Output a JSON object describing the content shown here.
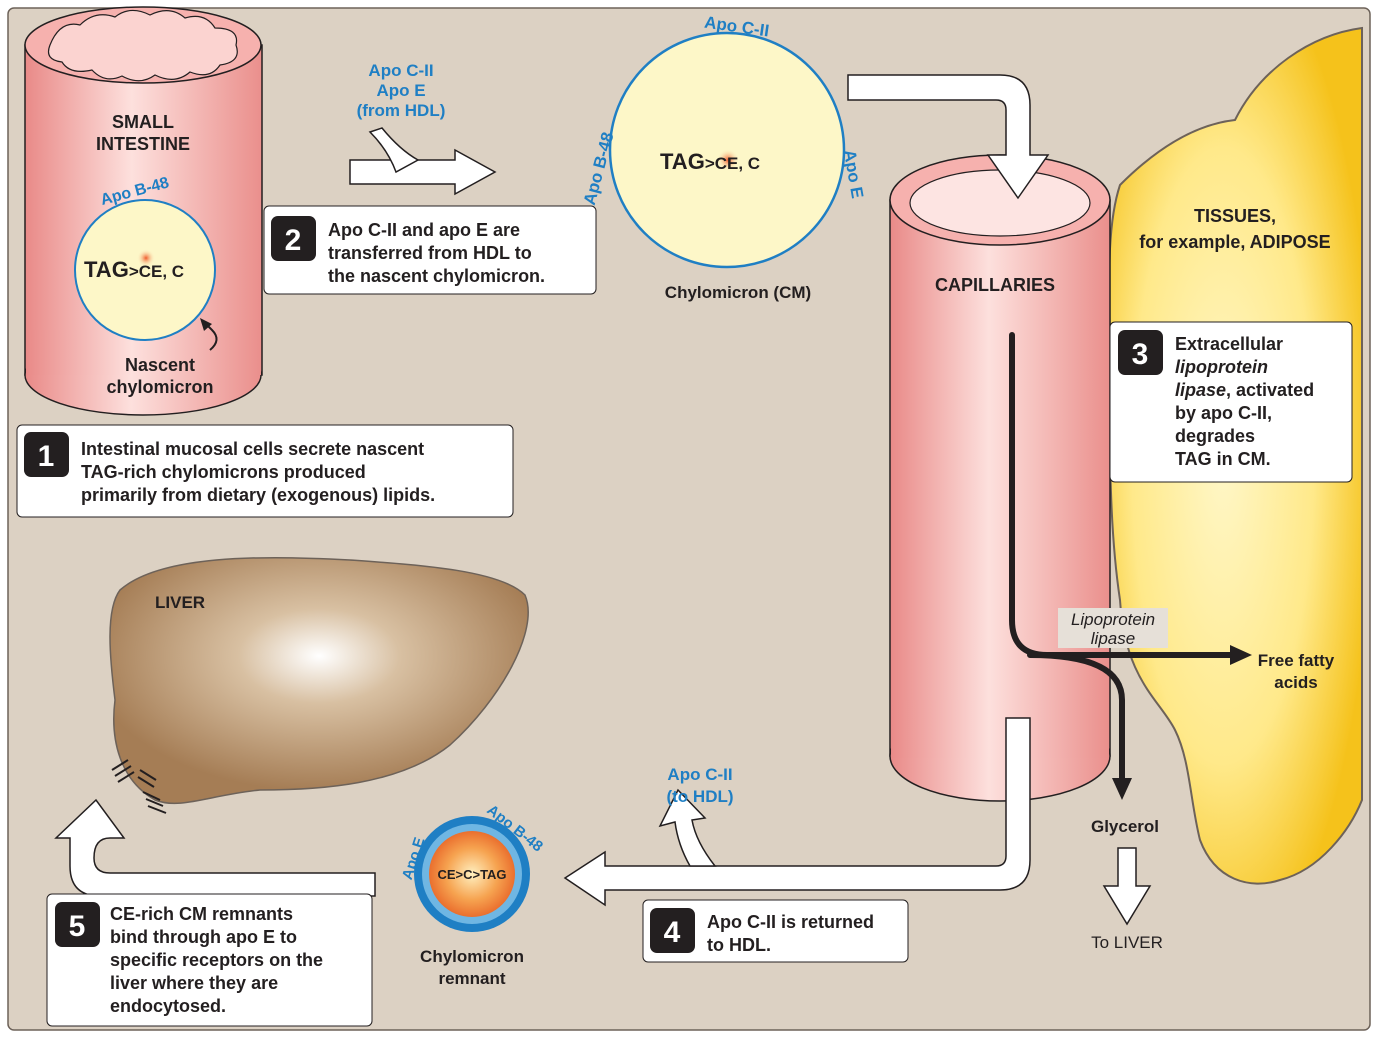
{
  "colors": {
    "background": "#dcd1c3",
    "vessel_pink": "#f3a7a4",
    "vessel_pink_light": "#fbd3d0",
    "chylomicron_fill": "#fdf7c8",
    "apo_blue": "#1f7fc4",
    "adipose_yellow": "#fdd23d",
    "adipose_light": "#fff3b0",
    "liver": "#b8916b",
    "arrow_white": "#ffffff",
    "remnant_core": "#f18a3d",
    "remnant_ring": "#1f7fc4"
  },
  "intestine": {
    "title_line1": "SMALL",
    "title_line2": "INTESTINE",
    "particle_apo": "Apo B-48",
    "particle_core_main": "TAG",
    "particle_core_rest": ">CE, C",
    "label_line1": "Nascent",
    "label_line2": "chylomicron"
  },
  "transfer": {
    "apo_line1": "Apo C-II",
    "apo_line2": "Apo E",
    "apo_line3": "(from HDL)"
  },
  "chylomicron": {
    "apo_top": "Apo C-II",
    "apo_left": "Apo B-48",
    "apo_right": "Apo E",
    "core_main": "TAG",
    "core_rest": ">CE, C",
    "label": "Chylomicron (CM)"
  },
  "capillaries": {
    "label": "CAPILLARIES"
  },
  "tissues": {
    "line1": "TISSUES,",
    "line2": "for example, ADIPOSE"
  },
  "enzyme": {
    "line1": "Lipoprotein",
    "line2": "lipase"
  },
  "products": {
    "ffa_line1": "Free fatty",
    "ffa_line2": "acids",
    "glycerol": "Glycerol",
    "to_liver": "To LIVER"
  },
  "apo_return": {
    "line1": "Apo C-II",
    "line2": "(to HDL)"
  },
  "remnant": {
    "apo_left": "Apo E",
    "apo_right": "Apo B-48",
    "core": "CE>C>TAG",
    "label_line1": "Chylomicron",
    "label_line2": "remnant"
  },
  "liver": {
    "label": "LIVER"
  },
  "steps": [
    {
      "number": "1",
      "lines": [
        "Intestinal mucosal cells secrete nascent",
        "TAG-rich chylomicrons produced",
        "primarily from dietary (exogenous) lipids."
      ]
    },
    {
      "number": "2",
      "lines": [
        "Apo C-II and apo E are",
        "transferred from HDL to",
        "the nascent chylomicron."
      ]
    },
    {
      "number": "3",
      "lines": [
        "Extracellular",
        "lipoprotein",
        "lipase, activated",
        "by apo C-II,",
        "degrades",
        "TAG in CM."
      ]
    },
    {
      "number": "4",
      "lines": [
        "Apo C-II is returned",
        "to HDL."
      ]
    },
    {
      "number": "5",
      "lines": [
        "CE-rich CM remnants",
        "bind through apo E to",
        "specific receptors on the",
        "liver where they are",
        "endocytosed."
      ]
    }
  ]
}
